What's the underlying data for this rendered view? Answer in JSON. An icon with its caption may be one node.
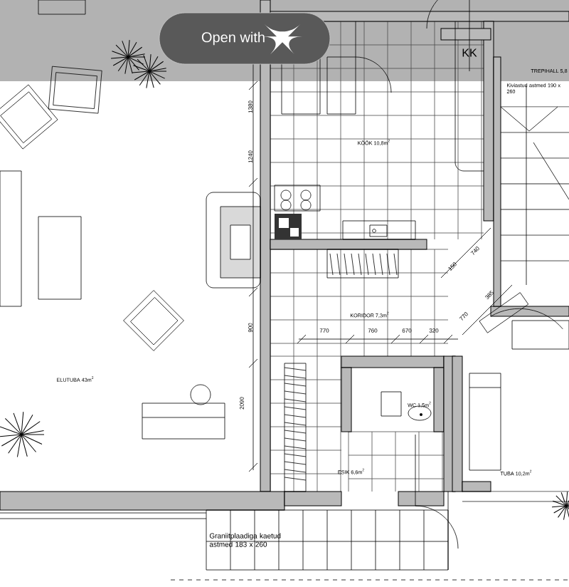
{
  "diagram": {
    "labels": [
      "Open with",
      "KK",
      "TREPIHALL 5,8",
      "Kiviastud astmed 190 x 260",
      "1380",
      "1240",
      "KÖÖK 10,8m$^{2}$",
      "150",
      "740",
      "KORIDOR 7,3m$^{2}$",
      "900",
      "770",
      "760",
      "670",
      "320",
      "770",
      "385",
      "ELUTUBA 43m$^{2}$",
      "2090",
      "WC 1,5m$^{2}$",
      "ESIK 6,6m$^{2}$",
      "TUBA 10,2m$^{2}$",
      "Graniitplaadiga kaetud astmed 183 x 260"
    ]
  }
}
